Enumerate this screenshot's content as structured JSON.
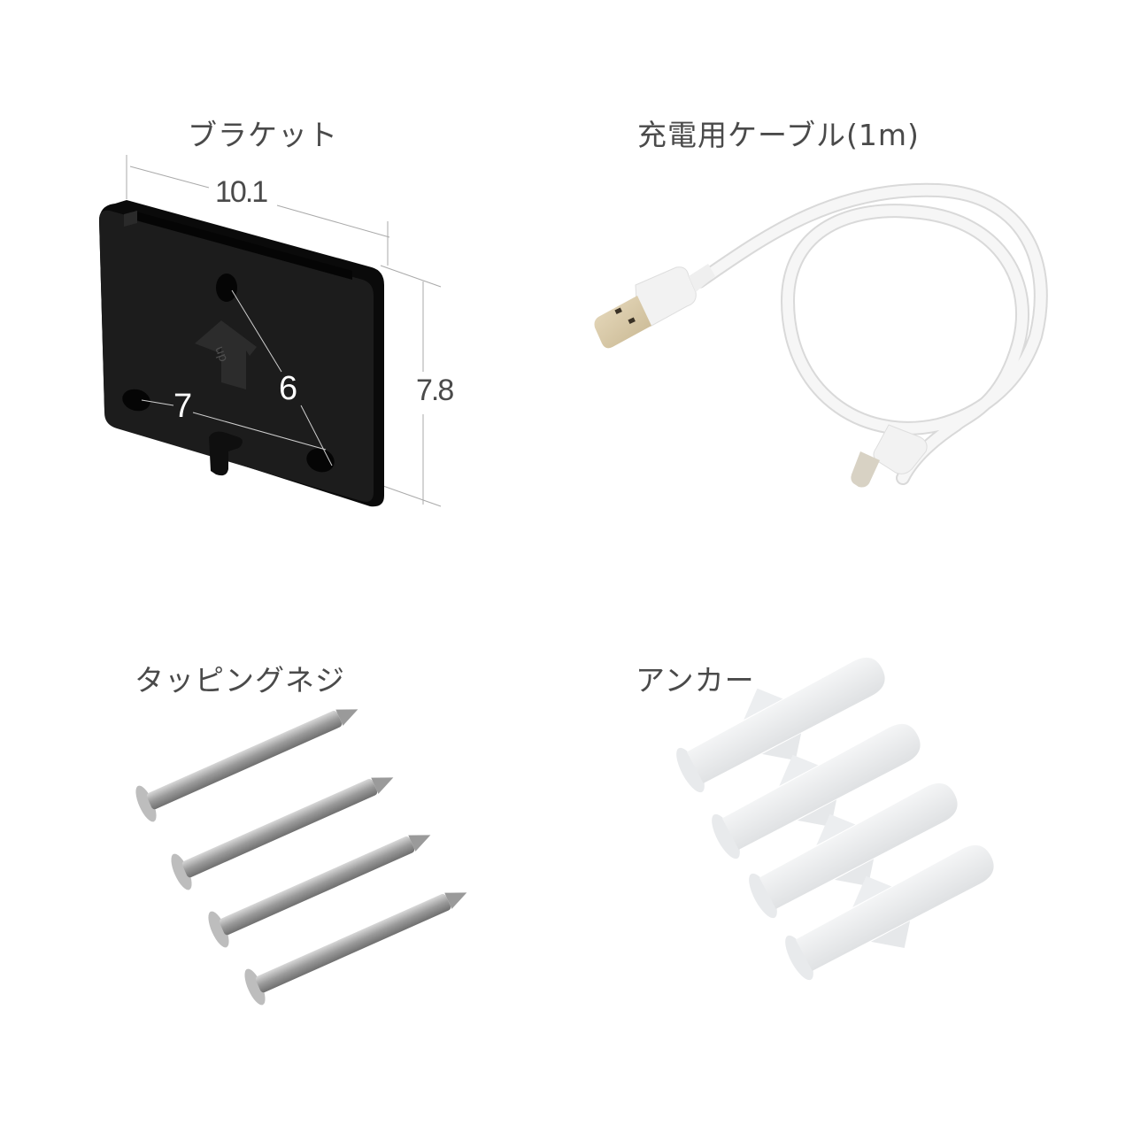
{
  "items": [
    {
      "id": "bracket",
      "label": "ブラケット"
    },
    {
      "id": "cable",
      "label": "充電用ケーブル(1m)"
    },
    {
      "id": "screws",
      "label": "タッピングネジ"
    },
    {
      "id": "anchors",
      "label": "アンカー"
    }
  ],
  "bracket_dimensions": {
    "width": "10.1",
    "height": "7.8",
    "hole_vertical": "6",
    "hole_horizontal": "7",
    "arrow_text": "up"
  },
  "colors": {
    "background": "#ffffff",
    "text": "#4a4a4a",
    "bracket": "#141414",
    "cable": "#f4f4f4",
    "screw": "#b0b0b0",
    "anchor": "#eceef0"
  }
}
